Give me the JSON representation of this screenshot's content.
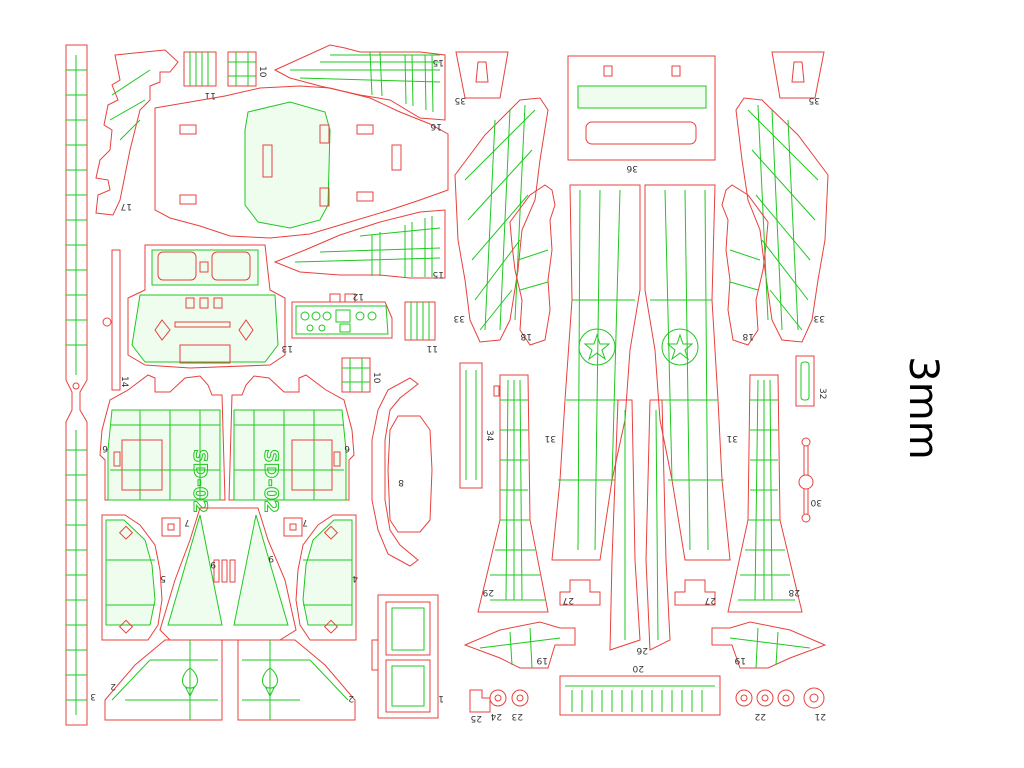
{
  "sheet": {
    "thickness_label": "3mm",
    "colors": {
      "cut": "#e8413c",
      "engrave": "#1fc81f",
      "text": "#000000"
    },
    "markings": {
      "left_panel": "SD-02",
      "right_panel": "SD-02"
    },
    "part_numbers": {
      "p1": "1",
      "p2a": "2",
      "p2b": "2",
      "p3": "3",
      "p4": "4",
      "p5": "5",
      "p6": "6",
      "p7a": "7",
      "p7b": "7",
      "p8": "8",
      "p9a": "9",
      "p9b": "9",
      "p10a": "10",
      "p10b": "10",
      "p11a": "11",
      "p11b": "11",
      "p12": "12",
      "p13": "13",
      "p14": "14",
      "p15a": "15",
      "p15b": "15",
      "p16": "16",
      "p17": "17",
      "p18a": "18",
      "p18b": "18",
      "p19a": "19",
      "p19b": "19",
      "p20": "20",
      "p21": "21",
      "p22": "22",
      "p23": "23",
      "p24": "24",
      "p25": "25",
      "p26": "26",
      "p27a": "27",
      "p27b": "27",
      "p28": "28",
      "p29": "29",
      "p30": "30",
      "p31a": "31",
      "p31b": "31",
      "p32": "32",
      "p33a": "33",
      "p33b": "33",
      "p34": "34",
      "p35a": "35",
      "p35b": "35",
      "p36": "36"
    }
  }
}
